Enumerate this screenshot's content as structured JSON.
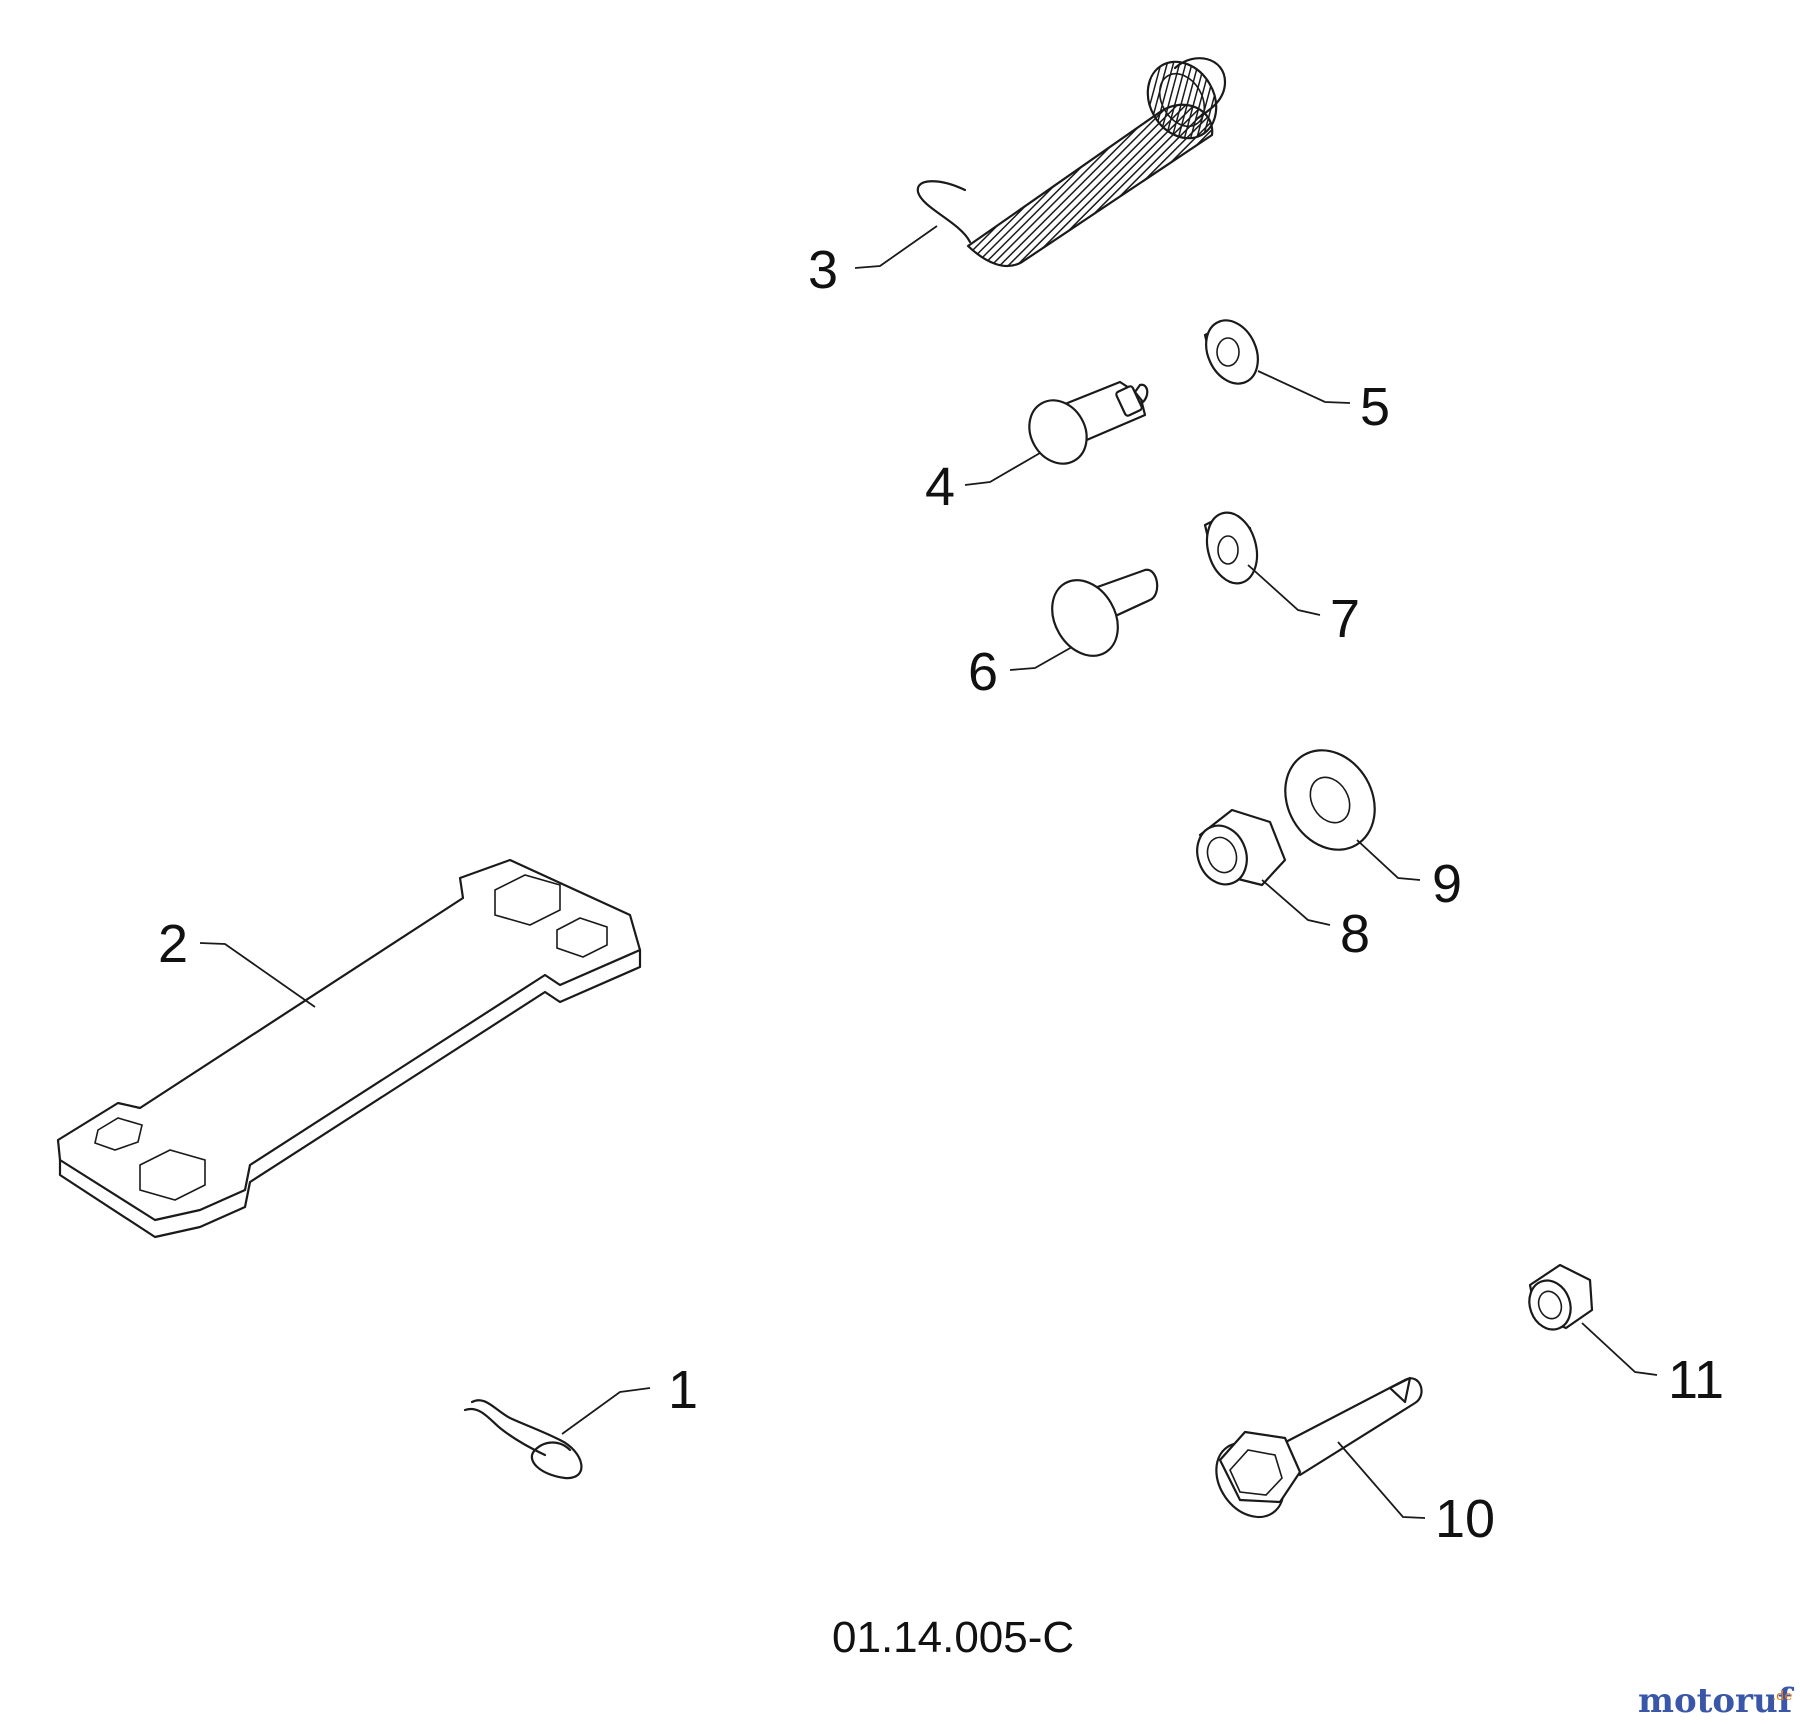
{
  "diagram": {
    "code": "01.14.005-C",
    "callouts": {
      "c1": "1",
      "c2": "2",
      "c3": "3",
      "c4": "4",
      "c5": "5",
      "c6": "6",
      "c7": "7",
      "c8": "8",
      "c9": "9",
      "c10": "10",
      "c11": "11"
    }
  },
  "watermark": {
    "text": "motoruf",
    "suffix": ".de",
    "colors": {
      "primary": "#3a56a8",
      "accent": "#e07b1a"
    }
  }
}
